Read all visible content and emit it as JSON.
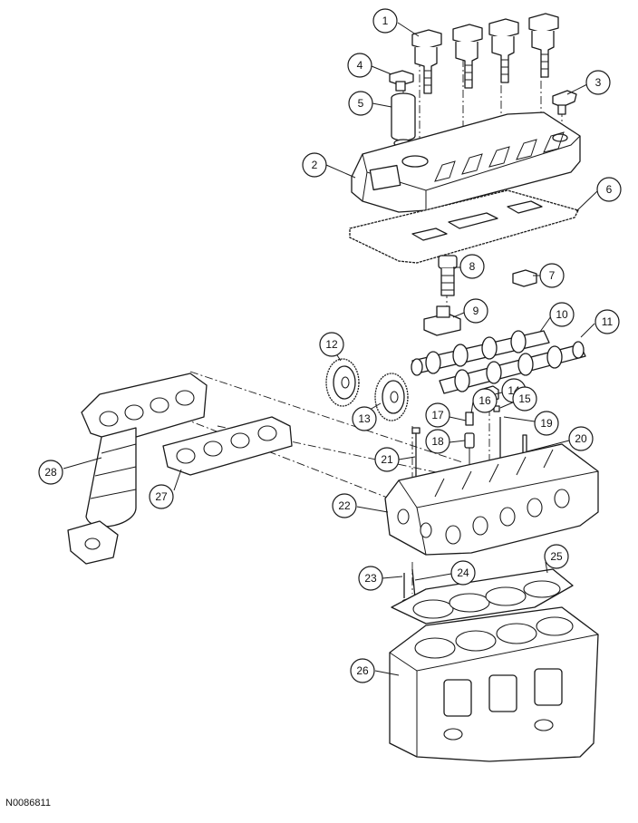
{
  "figure_id": "N0086811",
  "callouts": [
    "1",
    "2",
    "3",
    "4",
    "5",
    "6",
    "7",
    "8",
    "9",
    "10",
    "11",
    "12",
    "13",
    "14",
    "15",
    "16",
    "17",
    "18",
    "19",
    "20",
    "21",
    "22",
    "23",
    "24",
    "25",
    "26",
    "27",
    "28"
  ]
}
